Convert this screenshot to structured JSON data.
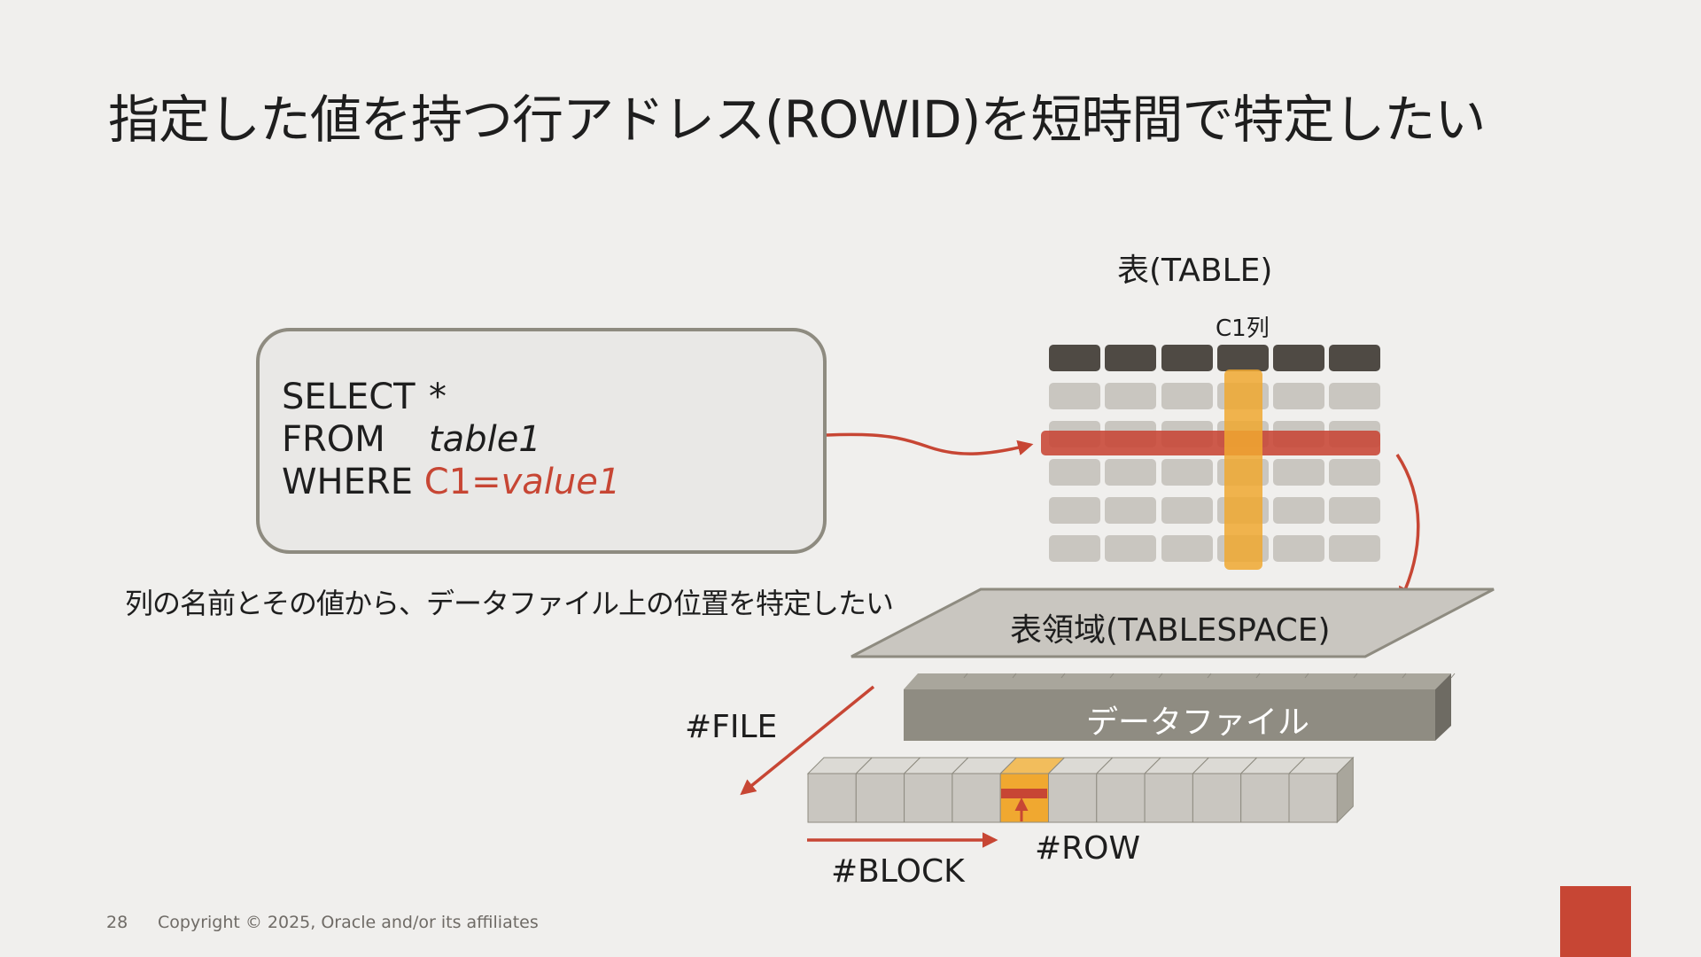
{
  "slide": {
    "title": "指定した値を持つ行アドレス(ROWID)を短時間で特定したい",
    "page_number": "28",
    "copyright": "Copyright © 2025, Oracle and/or its affiliates"
  },
  "sql": {
    "select_kw": "SELECT",
    "select_val": "*",
    "from_kw": "FROM",
    "from_val": "table1",
    "where_kw": "WHERE",
    "where_col": "C1=",
    "where_val": "value1"
  },
  "description": "列の名前とその値から、データファイル上の位置を特定したい",
  "labels": {
    "table": "表(TABLE)",
    "column": "C1列",
    "tablespace": "表領域(TABLESPACE)",
    "datafile": "データファイル",
    "file": "#FILE",
    "block": "#BLOCK",
    "row": "#ROW"
  },
  "colors": {
    "accent_red": "#c74634",
    "highlight_orange": "#f0a830",
    "header_dark": "#4f4a44",
    "cell_gray": "#c9c6c0"
  }
}
